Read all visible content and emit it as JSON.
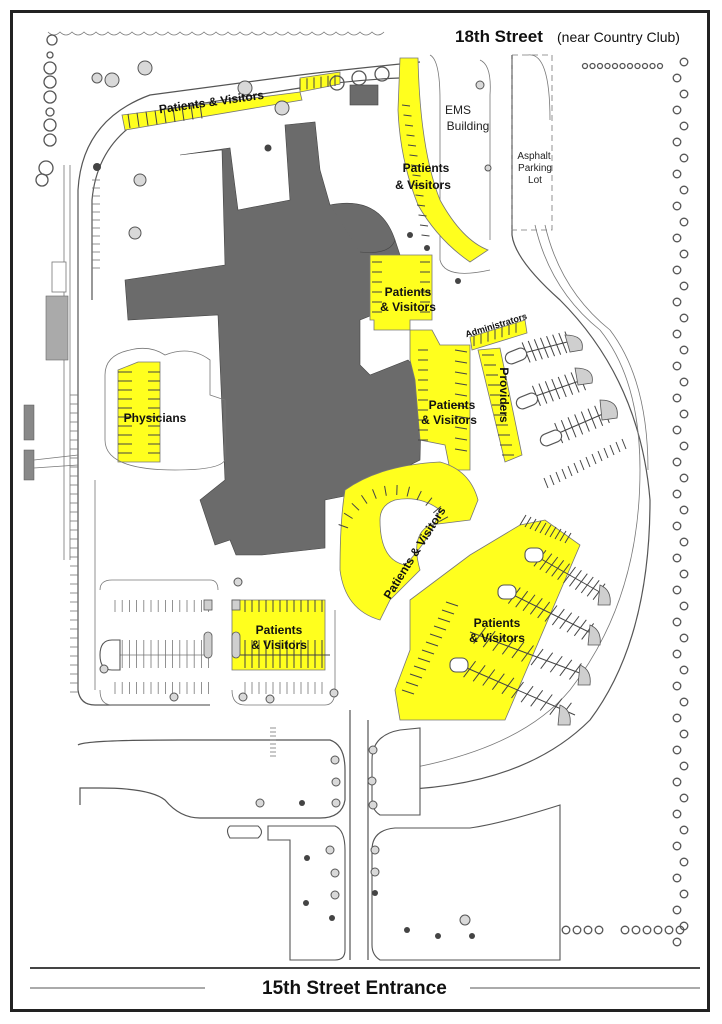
{
  "map": {
    "top_street": {
      "name": "18th Street",
      "note": "(near Country Club)"
    },
    "bottom_street": {
      "name": "15th Street Entrance"
    },
    "buildings": [
      {
        "id": "ems",
        "line1": "EMS",
        "line2": "Building"
      },
      {
        "id": "asphalt",
        "line1": "Asphalt",
        "line2": "Parking",
        "line3": "Lot"
      }
    ],
    "parking_areas": [
      {
        "id": "north-strip",
        "label": "Patients & Visitors",
        "audience": "patients-visitors"
      },
      {
        "id": "east-curve",
        "line1": "Patients",
        "line2": "& Visitors",
        "audience": "patients-visitors"
      },
      {
        "id": "upper-center",
        "line1": "Patients",
        "line2": "& Visitors",
        "audience": "patients-visitors"
      },
      {
        "id": "administrators",
        "label": "Administrators",
        "audience": "administrators"
      },
      {
        "id": "providers",
        "label": "Providers",
        "audience": "providers"
      },
      {
        "id": "mid-center",
        "line1": "Patients",
        "line2": "& Visitors",
        "audience": "patients-visitors"
      },
      {
        "id": "physicians",
        "label": "Physicians",
        "audience": "physicians"
      },
      {
        "id": "loop",
        "label": "Patients & Visitors",
        "audience": "patients-visitors"
      },
      {
        "id": "southeast",
        "line1": "Patients",
        "line2": "& Visitors",
        "audience": "patients-visitors"
      },
      {
        "id": "southwest",
        "line1": "Patients",
        "line2": "& Visitors",
        "audience": "patients-visitors"
      }
    ],
    "colors": {
      "designated_parking": "#ffff1e",
      "hospital_building": "#6b6b6b",
      "background": "#ffffff",
      "linework": "#555555"
    }
  }
}
